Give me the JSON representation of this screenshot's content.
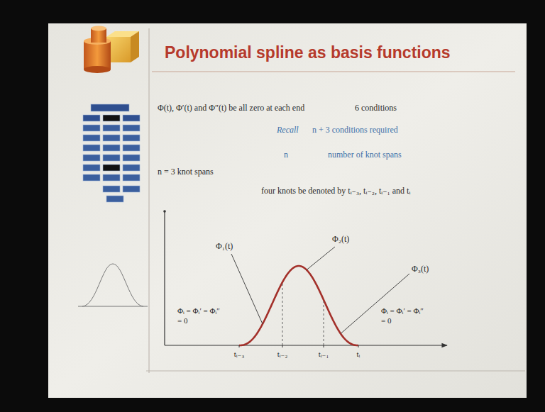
{
  "diagram": {
    "title": "Polynomial spline as basis functions",
    "labels": [
      "Φ(t), Φ′(t) and Φ″(t) be all zero at each end",
      "6 conditions",
      "Recall",
      "n + 3 conditions required",
      "n",
      "number of knot spans",
      "n = 3 knot spans",
      "four knots be denoted by tᵢ₋₃, tᵢ₋₂, tᵢ₋₁ and tᵢ",
      "Φ₁(t)",
      "Φ₂(t)",
      "Φ₃(t)",
      "Φᵢ = Φᵢ′ = Φᵢ″ = 0",
      "Φᵢ = Φᵢ′ = Φᵢ″ = 0",
      "tᵢ₋₃",
      "tᵢ₋₂",
      "tᵢ₋₁",
      "tᵢ"
    ]
  }
}
